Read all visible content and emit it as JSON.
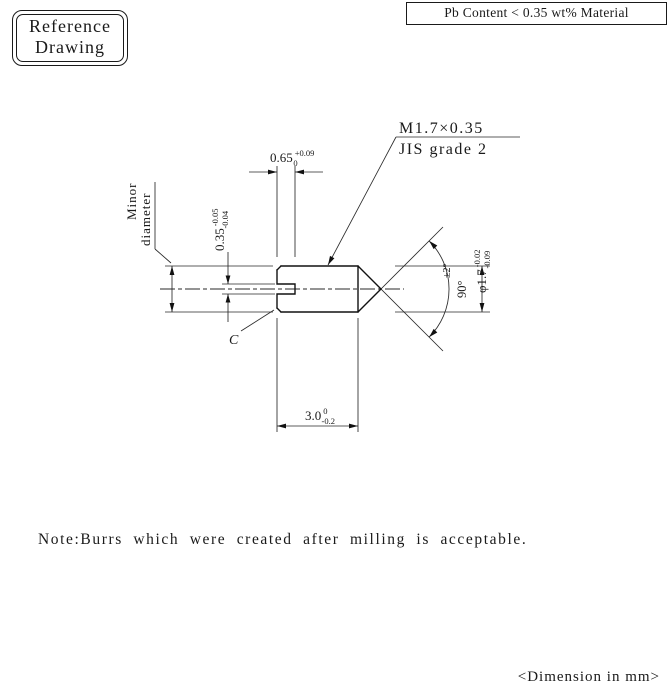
{
  "header": {
    "reference_line1": "Reference",
    "reference_line2": "Drawing",
    "material_note": "Pb Content < 0.35 wt% Material"
  },
  "drawing": {
    "thread_label": "M1.7×0.35",
    "grade_label": "JIS grade 2",
    "minor_diameter_line1": "Minor",
    "minor_diameter_line2": "diameter",
    "chamfer_label": "C",
    "dims": {
      "slot_depth": {
        "value": "0.65",
        "tol_upper": "+0.09",
        "tol_lower": "0"
      },
      "slot_width": {
        "value": "0.35",
        "tol_upper": "-0.05",
        "tol_lower": "-0.04"
      },
      "diameter": {
        "value": "φ1.7",
        "tol_upper": "-0.02",
        "tol_lower": "-0.09"
      },
      "length": {
        "value": "3.0",
        "tol_upper": "0",
        "tol_lower": "-0.2"
      },
      "angle": {
        "value": "90°",
        "tolerance": "±2°"
      }
    }
  },
  "footer": {
    "note": "Note:Burrs which were created after milling is acceptable.",
    "unit_label": "<Dimension in mm>"
  }
}
